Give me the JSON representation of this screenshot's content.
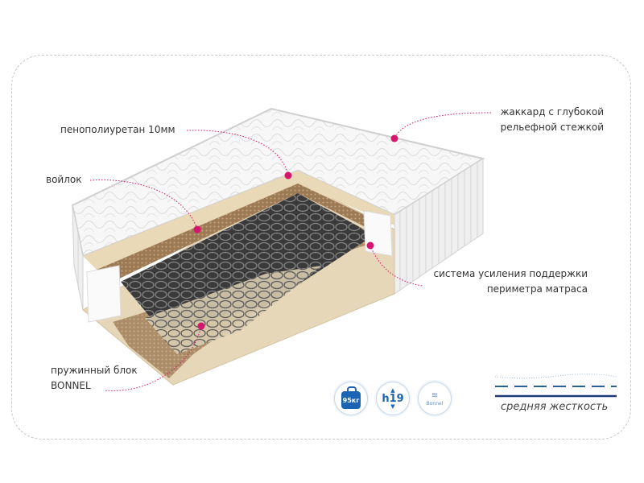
{
  "labels": {
    "foam": "пенополиуретан 10мм",
    "felt": "войлок",
    "jacquard_line1": "жаккард с глубокой",
    "jacquard_line2": "рельефной стежкой",
    "perimeter_line1": "система усиления поддержки",
    "perimeter_line2": "периметра матраса",
    "springs_line1": "пружинный блок",
    "springs_line2": "BONNEL"
  },
  "badges": {
    "weight": "95кг",
    "height": "h19",
    "spring_type": "Bonnel"
  },
  "firmness": "средняя жесткость",
  "colors": {
    "accent": "#d4166e",
    "badge_blue": "#1b64b4",
    "firmness_navy": "#1f3a78"
  }
}
